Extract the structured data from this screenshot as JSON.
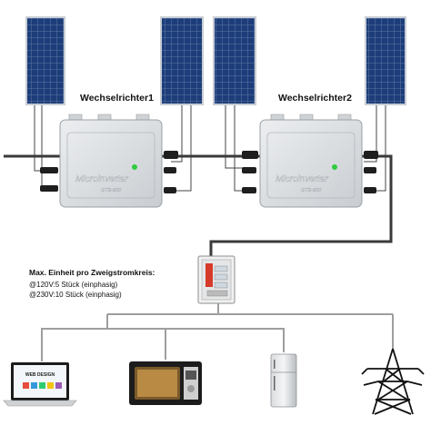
{
  "inverters": [
    {
      "label": "Wechselrichter1",
      "brand": "Microinverter",
      "model": "GTB-600"
    },
    {
      "label": "Wechselrichter2",
      "brand": "Microinverter",
      "model": "GTB-600"
    }
  ],
  "info": {
    "heading": "Max. Einheit pro Zweigstromkreis:",
    "lines": [
      "@120V:5 Stück (einphasig)",
      "@230V:10 Stück (einphasig)"
    ]
  },
  "laptop": {
    "screen_title": "WEB DESIGN"
  },
  "colors": {
    "panel_cell": "#1d3d7a",
    "panel_frame": "#c7cdd4",
    "inverter_body": "#dfe2e4",
    "cable": "#3a3a3a",
    "led": "#2ecc40"
  }
}
